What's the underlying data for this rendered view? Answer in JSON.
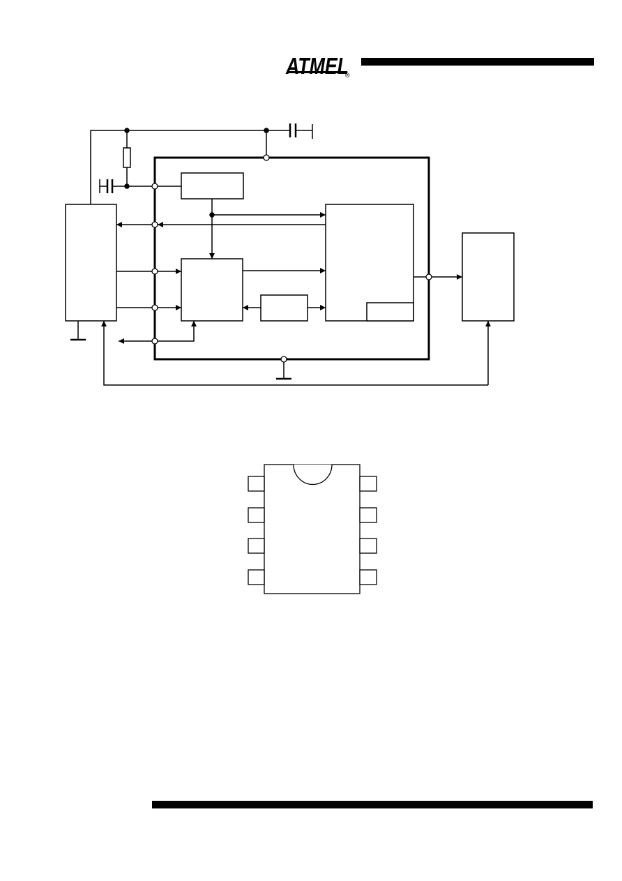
{
  "header": {
    "logo_text": "ATMEL",
    "registered_mark": "®",
    "colors": {
      "ink": "#000000",
      "paper": "#ffffff"
    }
  },
  "figures": {
    "block_diagram": {
      "icon": "application-block-diagram"
    },
    "pin_package": {
      "icon": "8-pin-dip-package"
    }
  }
}
